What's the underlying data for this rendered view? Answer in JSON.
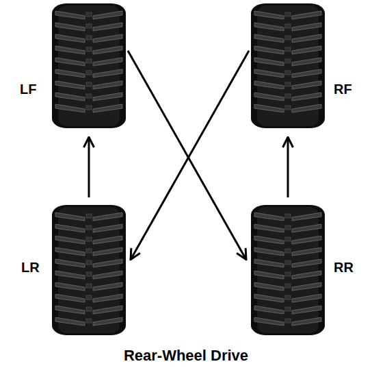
{
  "diagram": {
    "caption": "Rear-Wheel Drive",
    "nodes": [
      {
        "text": [
          "LF"
        ]
      },
      {
        "text": [
          "RF"
        ]
      },
      {
        "text": [
          "LR"
        ]
      },
      {
        "text": [
          "RR"
        ]
      }
    ],
    "edges": [
      {
        "from": 2,
        "to": 0,
        "arrow": "to"
      },
      {
        "from": 3,
        "to": 1,
        "arrow": "to"
      },
      {
        "from": 0,
        "to": 3,
        "arrow": "to"
      },
      {
        "from": 1,
        "to": 2,
        "arrow": "to"
      }
    ]
  }
}
